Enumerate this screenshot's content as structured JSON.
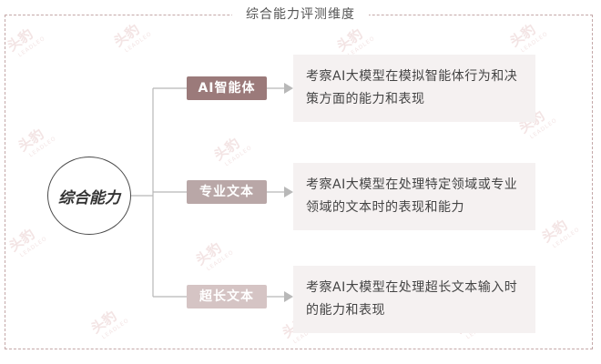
{
  "title": "综合能力评测维度",
  "root_label": "综合能力",
  "watermark": {
    "text": "头豹",
    "sub": "LEADLEO"
  },
  "branches": [
    {
      "label": "AI智能体",
      "label_color": "#9b7a7a",
      "description": "考察AI大模型在模拟智能体行为和决策方面的能力和表现"
    },
    {
      "label": "专业文本",
      "label_color": "#b9a7a7",
      "description": "考察AI大模型在处理特定领域或专业领域的文本时的表现和能力"
    },
    {
      "label": "超长文本",
      "label_color": "#d5c4c4",
      "description": "考察AI大模型在处理超长文本输入时的能力和表现"
    }
  ],
  "colors": {
    "frame": "#c4a8a8",
    "connector": "#b8b8b8",
    "desc_bg": "#f5f1f1"
  }
}
